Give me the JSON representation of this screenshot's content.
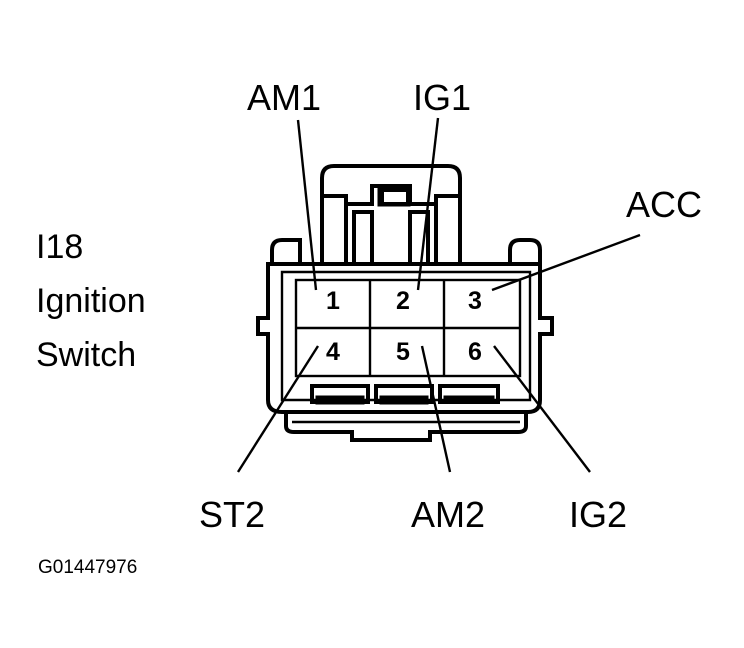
{
  "component": {
    "id": "I18",
    "name_line1": "Ignition",
    "name_line2": "Switch"
  },
  "pins": [
    {
      "number": "1",
      "terminal": "AM1"
    },
    {
      "number": "2",
      "terminal": "IG1"
    },
    {
      "number": "3",
      "terminal": "ACC"
    },
    {
      "number": "4",
      "terminal": "ST2"
    },
    {
      "number": "5",
      "terminal": "AM2"
    },
    {
      "number": "6",
      "terminal": "IG2"
    }
  ],
  "figure_code": "G01447976"
}
